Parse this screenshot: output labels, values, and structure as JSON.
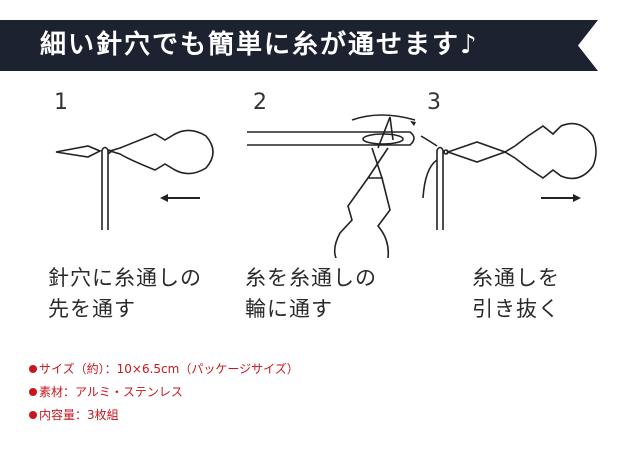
{
  "banner": {
    "title": "細い針穴でも簡単に糸が通せます♪",
    "background": "#1d2230",
    "text_color": "#ffffff"
  },
  "steps": [
    {
      "number": "1",
      "caption_line1": "針穴に糸通しの",
      "caption_line2": "先を通す",
      "arrow": "left"
    },
    {
      "number": "2",
      "caption_line1": "糸を糸通しの",
      "caption_line2": "輪に通す",
      "arrow": "up-right"
    },
    {
      "number": "3",
      "caption_line1": "糸通しを",
      "caption_line2": "引き抜く",
      "arrow": "right"
    }
  ],
  "specs": {
    "color": "#c8161d",
    "items": [
      {
        "label": "サイズ（約）：10×6.5cm（パッケージサイズ）"
      },
      {
        "label": "素材：アルミ・ステンレス"
      },
      {
        "label": "内容量：3枚組"
      }
    ]
  }
}
